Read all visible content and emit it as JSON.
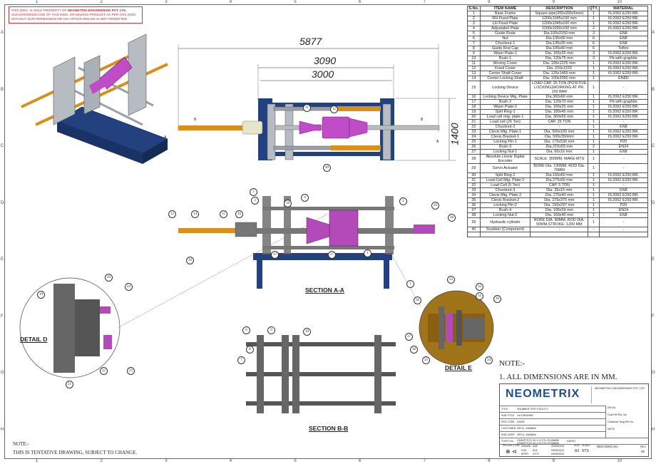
{
  "disclaimer": {
    "prefix": "THIS DWG. IS SOLE PROPERTY OF ",
    "company": "NEOMETRIX ENGINEERING PVT. LTD.",
    "suffix": " UNAUTHORISED USE OF THIS DWG. OR MAKING PRODUCT AS PER THIS DWG. WITHOUT OUR PERMISSION OR ANY OTHER MISUSE IS NOT PERMITTED."
  },
  "zones": {
    "columns": [
      "1",
      "2",
      "3",
      "4",
      "5",
      "6",
      "7",
      "8",
      "9",
      "10"
    ],
    "rows": [
      "A",
      "B",
      "C",
      "D",
      "E",
      "F",
      "G",
      "H"
    ]
  },
  "colors": {
    "frame_blue": "#1f3a7a",
    "rod_orange": "#d9901a",
    "cylinder_magenta": "#c04cc8",
    "plate_gray": "#9aa0a8",
    "disclaimer_red": "#d22222",
    "logo_blue": "#1f4e8c"
  },
  "top_view": {
    "dims": [
      "5877",
      "3090",
      "3000",
      "1400"
    ],
    "section_marks": [
      "B",
      "B",
      "A",
      "A"
    ],
    "balloons": [
      "11",
      "12",
      "40"
    ]
  },
  "section_aa": {
    "title": "SECTION A-A",
    "balloons": [
      "5",
      "3",
      "4",
      "2",
      "13",
      "14",
      "15",
      "16",
      "18",
      "17",
      "29",
      "28",
      "27",
      "39",
      "1",
      "1"
    ]
  },
  "detail_d": {
    "title": "DETAIL D",
    "balloons": [
      "20",
      "24",
      "19",
      "22",
      "23",
      "21"
    ]
  },
  "detail_e": {
    "title": "DETAIL E",
    "balloons": [
      "33",
      "32",
      "31",
      "30",
      "36",
      "37",
      "38",
      "35",
      "34"
    ]
  },
  "section_bb": {
    "title": "SECTION B-B",
    "balloons": [
      "6",
      "9",
      "10",
      "7",
      "8"
    ]
  },
  "bom": {
    "headers": [
      "S.No.",
      "ITEM NAME",
      "DESCRIPTION",
      "QTY.",
      "MATERIAL"
    ],
    "rows": [
      [
        "1",
        "Base Frame",
        "Square pipe(200x200x5mm)",
        "1",
        "IS:2062 E250 BR."
      ],
      [
        "2",
        "RH Fixed Plate",
        "1200x1045x100 mm",
        "1",
        "IS:2062 E250 BR."
      ],
      [
        "3",
        "LH Fixed Plate",
        "1200x1045x100 mm",
        "1",
        "IS:2062 E250 BR."
      ],
      [
        "4",
        "Adjustabel Plate",
        "1200x1000x100 mm",
        "2",
        "IS:2062 E250 BR."
      ],
      [
        "5",
        "Guide Rode",
        "Dia.100x3150 mm",
        "3",
        "EN8"
      ],
      [
        "6",
        "Nut",
        "Dia.135x90 mm",
        "6",
        "EN8"
      ],
      [
        "7",
        "Chucknut-1",
        "Dia.135x25 mm",
        "6",
        "EN8"
      ],
      [
        "8",
        "Guide Rod Cap",
        "Dia.106x40 mm",
        "6",
        "Teflon"
      ],
      [
        "9",
        "Wiper Plate-1",
        "Dia. 165x25 mm",
        "3",
        "IS:2062 E250 BR."
      ],
      [
        "10",
        "Bush-1",
        "Dia. 120x75 mm",
        "3",
        "Pb with graphite"
      ],
      [
        "11",
        "Moving Cover",
        "Dia. 195x1225 mm",
        "1",
        "IS:2062 E250 BR."
      ],
      [
        "12",
        "Fixed Cover",
        "Dia. 210x1220",
        "1",
        "IS:2062 E250 BR."
      ],
      [
        "13",
        "Center Shaft Cover",
        "Dia. 125x1465 mm",
        "1",
        "IS:2062 E250 BR."
      ],
      [
        "14",
        "Center Locking Shaft",
        "Dia. 100x2050 mm",
        "1",
        "EN8D"
      ],
      [
        "15",
        "Locking Device",
        "LOAD CAP. 25 TON (POSITIVE LOCKING)WORKING AT PR. 100 BAR",
        "1",
        "-"
      ],
      [
        "16",
        "Locking Device Mtg. Plate",
        "Dia.360x60 mm",
        "1",
        "IS:2062 E250 BR."
      ],
      [
        "17",
        "Bush-2",
        "Dia. 120x70 mm",
        "1",
        "Pb with graphite"
      ],
      [
        "18",
        "Wiper Plate-2",
        "Dia. 165x25 mm",
        "1",
        "IS:2062 E250 BR."
      ],
      [
        "19",
        "Split Ring-1",
        "Dia. 180x45 mm",
        "1",
        "IS:2062 E250 BR."
      ],
      [
        "20",
        "Load cell mtg. plate-1",
        "Dia. 360x55 mm",
        "1",
        "IS:2062 E250 BR."
      ],
      [
        "21",
        "Load cell (25 Ton)",
        "CAP. 25 TON",
        "1",
        "-"
      ],
      [
        "22",
        "Chucknut-2",
        "-",
        "1",
        "EN8"
      ],
      [
        "23",
        "Clevis Mtg. Plate-1",
        "Dia. 500x100 mm",
        "1",
        "IS:2062 E250 BR."
      ],
      [
        "24",
        "Clevis Bracket-1",
        "Dia. 500x350mm",
        "1",
        "IS:2062 E250 BR."
      ],
      [
        "25",
        "Locking Pin-1",
        "Dia. 170x530 mm",
        "1",
        "P20"
      ],
      [
        "26",
        "Bush-3",
        "Dia.215x59 mm",
        "2",
        "EN24"
      ],
      [
        "27",
        "Locking Nut-1",
        "Dia. 60x16 mm",
        "1",
        "EN8"
      ],
      [
        "28",
        "Absolute Linear Digital Encoder",
        "SCALE: 300MM, MAKE-MTS",
        "1",
        "-"
      ],
      [
        "29",
        "Servo Actuator",
        "BORE Dia. 130MM, ROD Dia. 70MM",
        "1",
        "-"
      ],
      [
        "30",
        "Split Ring-2",
        "Dia.160x60 mm",
        "1",
        "IS:2062 E250 BR."
      ],
      [
        "31",
        "Load Cell Mtg. Plate-2",
        "Dia.275x50 mm",
        "1",
        "IS:2062 E250 BR."
      ],
      [
        "32",
        "Load Cell (5 Ton)",
        "CAP. 5 TON",
        "1",
        "-"
      ],
      [
        "33",
        "Chucknut-3",
        "Dia. 35x15 mm",
        "1",
        "EN8"
      ],
      [
        "34",
        "Clevis Mtg. Plate-2",
        "Dia. 275x40 mm",
        "1",
        "IS:2062 E250 BR."
      ],
      [
        "35",
        "Clevis Bracket-2",
        "Dia. 275x375 mm",
        "1",
        "IS:2062 E250 BR."
      ],
      [
        "36",
        "Locking Pin-2",
        "Dia. 150x297 mm",
        "1",
        "P20"
      ],
      [
        "37",
        "Bush-4",
        "Dia. 195x59 mm",
        "1",
        "EN24"
      ],
      [
        "38",
        "Locking Nut-2",
        "Dia. 160x40 mm",
        "1",
        "EN8"
      ],
      [
        "39",
        "Hydraulic cylinder",
        "BORE DIA. 80MM, ROD DIA. 50MM,STROKE- 1200 MM",
        "1",
        "-"
      ],
      [
        "40",
        "Snubber (Component)",
        "-",
        "-",
        "-"
      ],
      [
        "",
        "",
        "",
        "",
        ""
      ]
    ]
  },
  "notes": {
    "heading": "NOTE:-",
    "items": [
      "1.  ALL DIMENSIONS ARE IN MM."
    ]
  },
  "footer_note": {
    "heading": "NOTE:-",
    "text": "THIS IS TENTATIVE DRAWING, SUBJECT TO CHANGE."
  },
  "title_block": {
    "logo": "NEOMETRIX",
    "company": "NEOMETRIX ENGINEERING PVT LTD",
    "fields": [
      {
        "label": "TITLE",
        "value": "SNUBBER TEST FACILITY"
      },
      {
        "label": "SUB TITLE",
        "value": "GA DRAWING"
      },
      {
        "label": "SRS CODE",
        "value": "A3098"
      },
      {
        "label": "CUSTOMER",
        "value": "NPCIL, MUMBAI"
      },
      {
        "label": "END USER",
        "value": "NPCIL, MUMBAI"
      }
    ],
    "po_label": "TO/PO No.",
    "po_lines": [
      "CMM/FTF/21-30-1-117/Tz-PO/58655",
      "CMM/FTF/22-30-1-117/Tz-PO/58656"
    ],
    "dated_label": "DATED",
    "projection_label": "PROJECTION",
    "approvals": [
      {
        "role": "DRAWN",
        "name": "AAF",
        "date": "29/05/2024"
      },
      {
        "role": "CHK.",
        "name": "M.B",
        "date": "29/05/2024"
      },
      {
        "role": "APPR.",
        "name": "S.P.S",
        "date": "29/05/2024"
      }
    ],
    "size_label": "SIZE",
    "size": "A3",
    "scale_label": "SCALE",
    "scale": "NTS",
    "dwg_no_label": "NEO DWG No.",
    "rev_label": "REV",
    "rev": "00",
    "right_labels": [
      "DR No.",
      "Cust Ref Dw. No.",
      "Customer Dwg Ref No.",
      "NOTE"
    ]
  }
}
